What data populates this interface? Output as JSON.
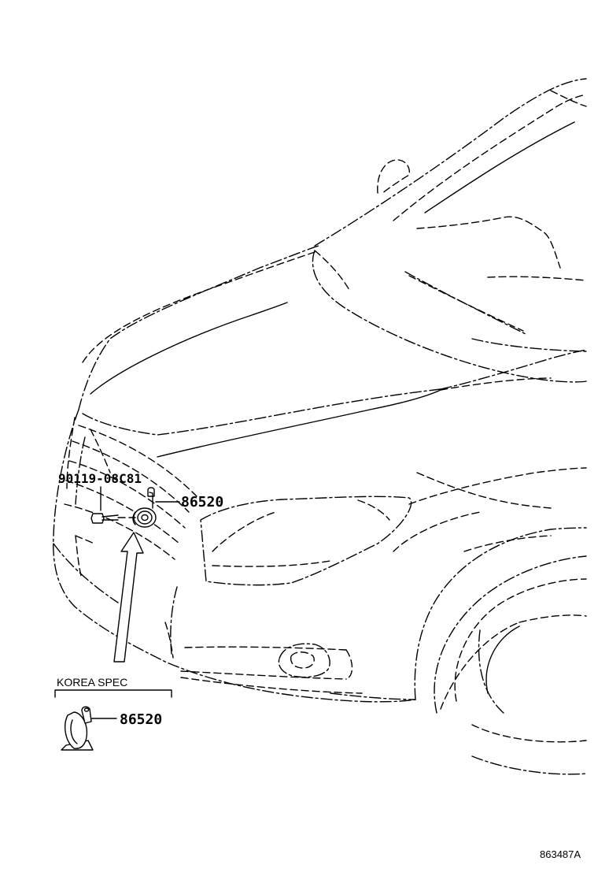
{
  "labels": {
    "bolt_part_number": "90119-08C81",
    "horn_part_number": "86520",
    "korea_spec_title": "KOREA SPEC",
    "korea_horn_part_number": "86520",
    "diagram_id": "863487A"
  }
}
